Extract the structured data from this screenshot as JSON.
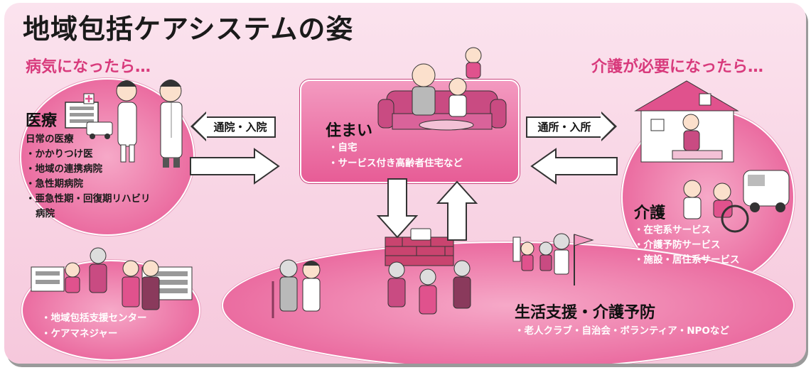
{
  "title": "地域包括ケアシステムの姿",
  "left_heading": "病気になったら…",
  "right_heading": "介護が必要になったら…",
  "medical": {
    "label": "医療",
    "items": [
      "日常の医療",
      "・かかりつけ医",
      "・地域の連携病院",
      "・急性期病院",
      "・亜急性期・回復期リハビリ",
      "病院"
    ]
  },
  "housing": {
    "label": "住まい",
    "items": [
      "・自宅",
      "・サービス付き高齢者住宅など"
    ]
  },
  "care": {
    "label": "介護",
    "items": [
      "・在宅系サービス",
      "・介護予防サービス",
      "・施設・居住系サービス"
    ]
  },
  "support_center": {
    "items": [
      "・地域包括支援センター",
      "・ケアマネジャー"
    ]
  },
  "life_support": {
    "label": "生活支援・介護予防",
    "items": [
      "・老人クラブ・自治会・ボランティア・NPOなど"
    ]
  },
  "arrows": {
    "hospital_label": "通院・入院",
    "facility_label": "通所・入所"
  },
  "colors": {
    "accent": "#d83a7c",
    "ellipse": "#e9649b",
    "background": "#f8d3e3"
  }
}
